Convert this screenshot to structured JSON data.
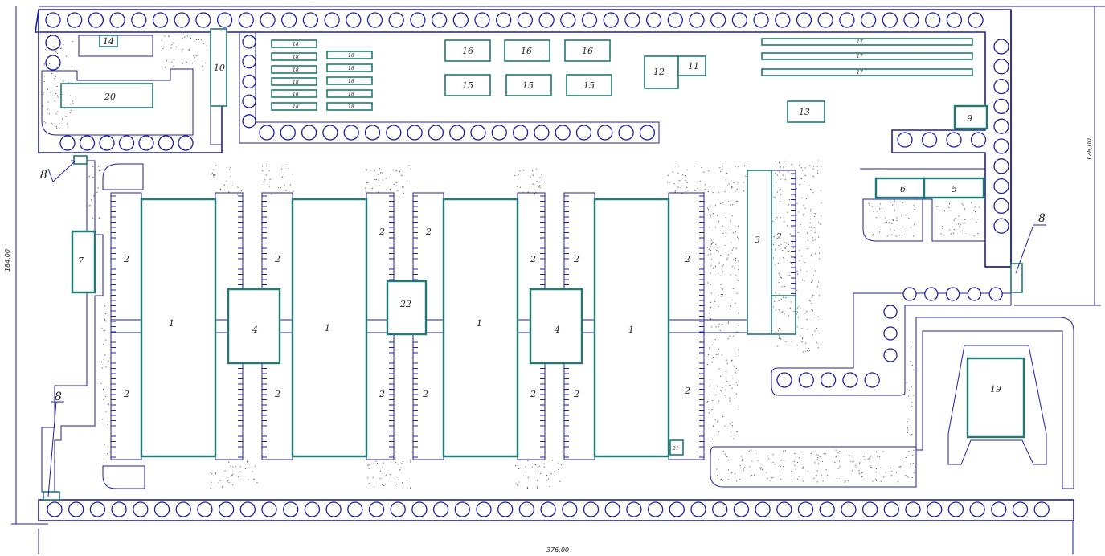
{
  "dimensions": {
    "width_label": "376,00",
    "height_label": "184,00",
    "right_height_label": "128,00"
  },
  "buildings": {
    "main_hall_label": "1",
    "pen_label": "2",
    "b3": "3",
    "b4": "4",
    "b5": "5",
    "b6": "6",
    "b7": "7",
    "b9": "9",
    "b10": "10",
    "b11": "11",
    "b12": "12",
    "b13": "13",
    "b14": "14",
    "b15": "15",
    "b16": "16",
    "b17": "17",
    "b18": "18",
    "b19": "19",
    "b20": "20",
    "b21": "21",
    "b22": "22"
  },
  "callouts": {
    "gatehouse": "8"
  },
  "colors": {
    "outline": "#1f1fa0",
    "building": "#1f7a73",
    "background": "#ffffff"
  }
}
